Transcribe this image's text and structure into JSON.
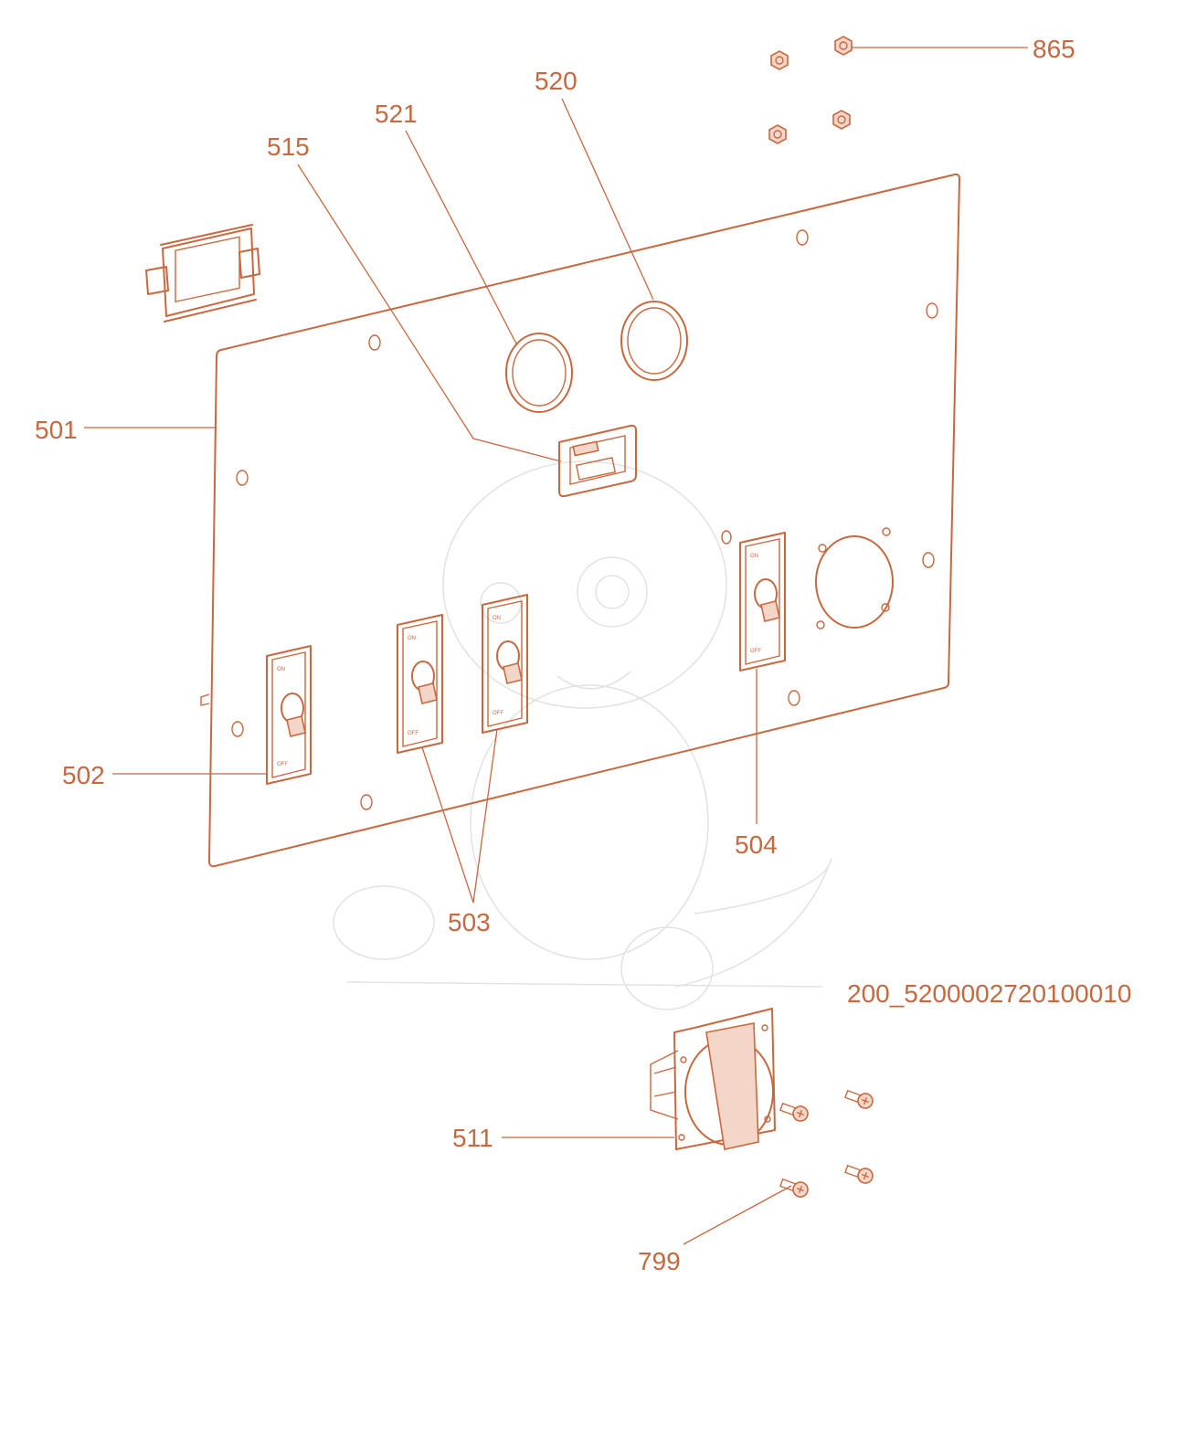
{
  "callouts": {
    "c865": "865",
    "c520": "520",
    "c521": "521",
    "c515": "515",
    "c501": "501",
    "c502": "502",
    "c503": "503",
    "c504": "504",
    "c511": "511",
    "c799": "799"
  },
  "switch_labels": {
    "on": "ON",
    "off": "OFF"
  },
  "drawing_id": "200_5200002720100010",
  "colors": {
    "line": "#c8683f",
    "watermark": "#e2e2e2",
    "background": "#ffffff"
  }
}
